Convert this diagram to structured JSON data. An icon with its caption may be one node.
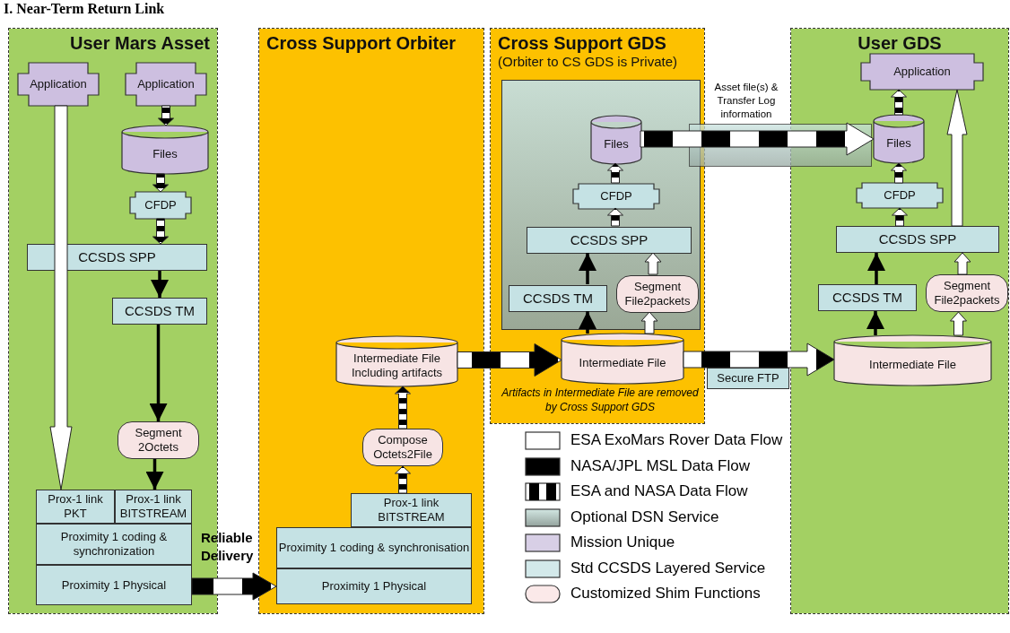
{
  "diagram": {
    "title": "I. Near-Term Return Link",
    "nodes": [
      {
        "text": [
          "User Mars Asset"
        ]
      },
      {
        "text": [
          "Application"
        ],
        "in": 0
      },
      {
        "text": [
          "Application"
        ],
        "in": 0
      },
      {
        "text": [
          "Files"
        ],
        "in": 0
      },
      {
        "text": [
          "CFDP"
        ],
        "in": 0
      },
      {
        "text": [
          "CCSDS SPP"
        ],
        "in": 0
      },
      {
        "text": [
          "CCSDS TM"
        ],
        "in": 0
      },
      {
        "text": [
          "Segment 2Octets"
        ],
        "in": 0
      },
      {
        "text": [
          "Prox-1 link PKT"
        ],
        "in": 0
      },
      {
        "text": [
          "Prox-1 link BITSTREAM"
        ],
        "in": 0
      },
      {
        "text": [
          "Proximity 1 coding & synchronization"
        ],
        "in": 0
      },
      {
        "text": [
          "Proximity 1 Physical"
        ],
        "in": 0
      },
      {
        "text": [
          "Cross Support Orbiter"
        ]
      },
      {
        "text": [
          "Intermediate File Including artifacts"
        ],
        "in": 12
      },
      {
        "text": [
          "Compose Octets2File"
        ],
        "in": 12
      },
      {
        "text": [
          "Prox-1 link BITSTREAM"
        ],
        "in": 12
      },
      {
        "text": [
          "Proximity 1 coding & synchronisation"
        ],
        "in": 12
      },
      {
        "text": [
          "Proximity 1 Physical"
        ],
        "in": 12
      },
      {
        "text": [
          "Cross Support GDS",
          "(Orbiter to CS GDS is Private)"
        ]
      },
      {
        "text": [],
        "shape": "box",
        "in": 18
      },
      {
        "text": [
          "Files"
        ],
        "in": 19
      },
      {
        "text": [
          "CFDP"
        ],
        "in": 19
      },
      {
        "text": [
          "CCSDS SPP"
        ],
        "in": 19
      },
      {
        "text": [
          "CCSDS TM"
        ],
        "in": 19
      },
      {
        "text": [
          "Segment File2packets"
        ],
        "in": 19
      },
      {
        "text": [
          "Intermediate File"
        ],
        "in": 18
      },
      {
        "text": [
          "User GDS"
        ]
      },
      {
        "text": [
          "Application"
        ],
        "in": 26
      },
      {
        "text": [
          "Files"
        ],
        "in": 26
      },
      {
        "text": [
          "CFDP"
        ],
        "in": 26
      },
      {
        "text": [
          "CCSDS SPP"
        ],
        "in": 26
      },
      {
        "text": [
          "CCSDS TM"
        ],
        "in": 26
      },
      {
        "text": [
          "Segment File2packets"
        ],
        "in": 26
      },
      {
        "text": [
          "Intermediate File"
        ],
        "in": 26
      },
      {
        "text": [
          "Secure FTP"
        ]
      },
      {
        "text": [],
        "shape": "box"
      }
    ],
    "edges": [
      {
        "from": 1,
        "to": 8,
        "arrow": "to",
        "color": "#ffffff"
      },
      {
        "from": 2,
        "to": 3,
        "arrow": "to"
      },
      {
        "from": 3,
        "to": 4,
        "arrow": "to"
      },
      {
        "from": 4,
        "to": 5,
        "arrow": "to"
      },
      {
        "from": 5,
        "to": 6,
        "arrow": "to",
        "color": "#000000"
      },
      {
        "from": 6,
        "to": 7,
        "arrow": "to",
        "color": "#000000"
      },
      {
        "from": 7,
        "to": 9,
        "arrow": "to",
        "color": "#000000"
      },
      {
        "from": 11,
        "to": 17,
        "arrow": "to",
        "label": "Reliable Delivery"
      },
      {
        "from": 15,
        "to": 14,
        "arrow": "to"
      },
      {
        "from": 14,
        "to": 13,
        "arrow": "to"
      },
      {
        "from": 13,
        "to": 25,
        "arrow": "to"
      },
      {
        "from": 25,
        "to": 23,
        "arrow": "to",
        "color": "#000000"
      },
      {
        "from": 23,
        "to": 22,
        "arrow": "to",
        "color": "#000000"
      },
      {
        "from": 25,
        "to": 24,
        "arrow": "to",
        "color": "#ffffff"
      },
      {
        "from": 24,
        "to": 22,
        "arrow": "to",
        "color": "#ffffff"
      },
      {
        "from": 22,
        "to": 21,
        "arrow": "to"
      },
      {
        "from": 21,
        "to": 20,
        "arrow": "to"
      },
      {
        "from": 20,
        "to": 28,
        "arrow": "to",
        "label": "Asset file(s) & Transfer Log information"
      },
      {
        "from": 25,
        "to": 33,
        "arrow": "to"
      },
      {
        "from": 33,
        "to": 31,
        "arrow": "to",
        "color": "#000000"
      },
      {
        "from": 31,
        "to": 30,
        "arrow": "to",
        "color": "#000000"
      },
      {
        "from": 33,
        "to": 32,
        "arrow": "to",
        "color": "#ffffff"
      },
      {
        "from": 32,
        "to": 30,
        "arrow": "to",
        "color": "#ffffff"
      },
      {
        "from": 30,
        "to": 29,
        "arrow": "to"
      },
      {
        "from": 29,
        "to": 28,
        "arrow": "to"
      },
      {
        "from": 28,
        "to": 27,
        "arrow": "to"
      },
      {
        "from": 30,
        "to": 27,
        "arrow": "to",
        "color": "#ffffff"
      }
    ],
    "labels": [
      "Artifacts in Intermediate File are removed by Cross Support GDS"
    ],
    "legend": [
      {
        "text": "ESA ExoMars Rover Data Flow",
        "color": "#ffffff"
      },
      {
        "text": "NASA/JPL MSL Data Flow",
        "color": "#000000"
      },
      {
        "text": "ESA and NASA Data Flow"
      },
      {
        "text": "Optional DSN Service"
      },
      {
        "text": "Mission Unique",
        "color": "#d8cfe6"
      },
      {
        "text": "Std CCSDS Layered Service",
        "color": "#d3e9ea"
      },
      {
        "text": "Customized Shim Functions",
        "color": "#fbe9e9"
      }
    ]
  }
}
